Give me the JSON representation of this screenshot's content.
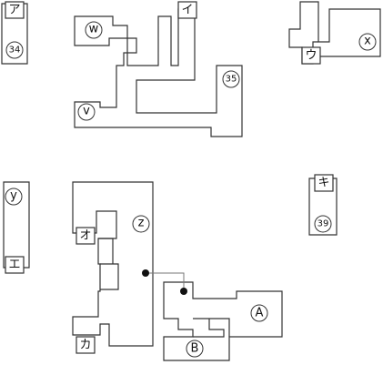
{
  "door_labels": {
    "a": "ア",
    "i": "イ",
    "u": "ウ",
    "e": "エ",
    "o": "オ",
    "ka": "カ",
    "ki": "キ"
  },
  "circled_labels": {
    "n34": "34",
    "n35": "35",
    "n39": "39",
    "w": "w",
    "v": "v",
    "x": "x",
    "y": "y",
    "z": "z",
    "A": "A",
    "B": "B"
  }
}
